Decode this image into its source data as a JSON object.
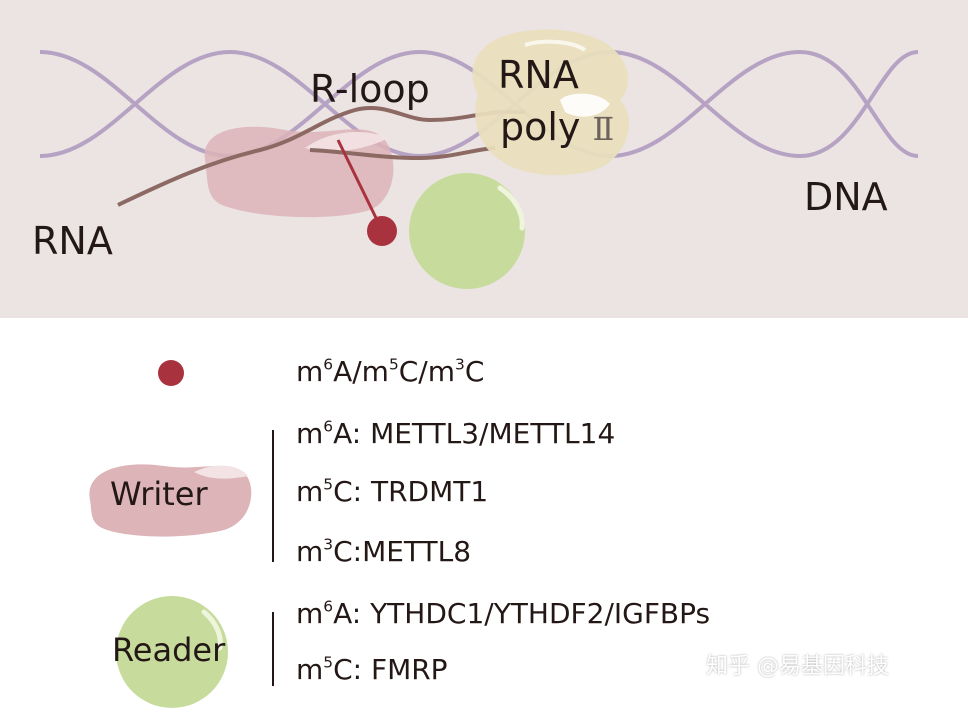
{
  "diagram": {
    "label_rloop": "R-loop",
    "label_rna_poly_line1": "RNA",
    "label_rna_poly_line2": "poly",
    "label_rna_poly_roman": "Ⅱ",
    "label_dna": "DNA",
    "label_rna": "RNA"
  },
  "legend": {
    "modification_prefix1": "m",
    "modification_sup1": "6",
    "modification_mid1": "A/m",
    "modification_sup2": "5",
    "modification_mid2": "C/m",
    "modification_sup3": "3",
    "modification_end": "C",
    "writer_label": "Writer",
    "writers": [
      {
        "m": "m",
        "sup": "6",
        "rest": "A: METTL3/METTL14"
      },
      {
        "m": "m",
        "sup": "5",
        "rest": "C: TRDMT1"
      },
      {
        "m": "m",
        "sup": "3",
        "rest": "C:METTL8"
      }
    ],
    "reader_label": "Reader",
    "readers": [
      {
        "m": "m",
        "sup": "6",
        "rest": "A: YTHDC1/YTHDF2/IGFBPs"
      },
      {
        "m": "m",
        "sup": "5",
        "rest": "C: FMRP"
      }
    ]
  },
  "watermark": "知乎 @易基因科技",
  "colors": {
    "background_panel": "#ebe4e3",
    "dna_strand": "#b6a2c3",
    "rna_strand": "#8c6a63",
    "writer_protein": "#ddb4b8",
    "reader_protein": "#c7dc9c",
    "polymerase": "#e9dfbd",
    "modification_dot": "#a8333f",
    "text": "#231815"
  }
}
